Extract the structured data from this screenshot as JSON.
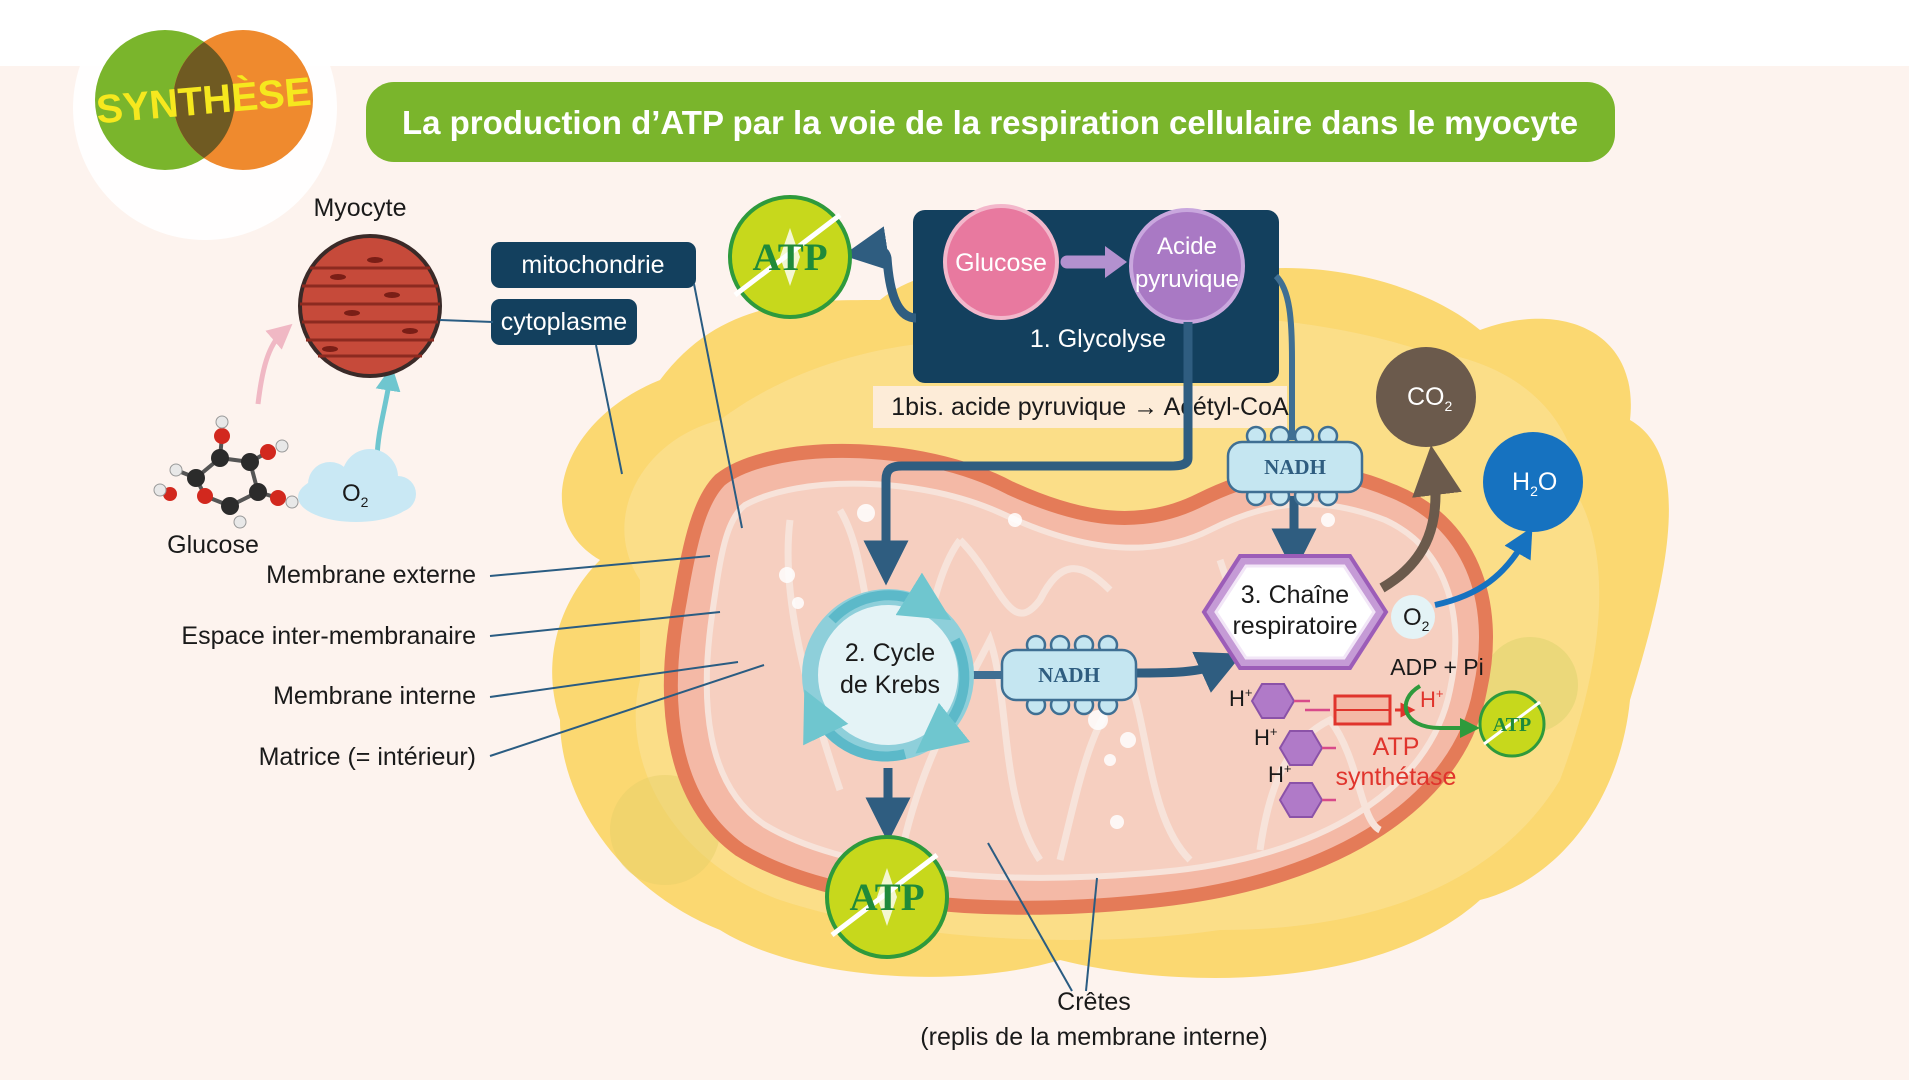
{
  "badge": {
    "label": "SYNTHÈSE"
  },
  "title": "La production d’ATP par la voie de la respiration cellulaire dans le myocyte",
  "myocyte": {
    "label": "Myocyte",
    "o2": "O",
    "o2_sub": "2",
    "glucose": "Glucose"
  },
  "tags": {
    "mitochondrie": "mitochondrie",
    "cytoplasme": "cytoplasme"
  },
  "glycolysis": {
    "glucose": "Glucose",
    "acide_line1": "Acide",
    "acide_line2": "pyruvique",
    "label": "1. Glycolyse"
  },
  "step1bis": "1bis. acide pyruvique → Acétyl-CoA",
  "atp": "ATP",
  "nadh": "NADH",
  "krebs": {
    "line1": "2. Cycle",
    "line2": "de Krebs"
  },
  "chain": {
    "line1": "3. Chaîne",
    "line2": "respiratoire"
  },
  "co2": {
    "main": "CO",
    "sub": "2"
  },
  "h2o": {
    "a": "H",
    "sub": "2",
    "b": "O"
  },
  "o2_chain": {
    "main": "O",
    "sub": "2"
  },
  "adp": "ADP + Pi",
  "h_plus": "H",
  "h_sup": "+",
  "synthase": {
    "line1": "ATP",
    "line2": "synthétase"
  },
  "legend": {
    "membrane_externe": "Membrane externe",
    "espace": "Espace inter-membranaire",
    "membrane_interne": "Membrane interne",
    "matrice": "Matrice (= intérieur)"
  },
  "cretes": {
    "line1": "Crêtes",
    "line2": "(replis de la membrane interne)"
  },
  "colors": {
    "green": "#7ab52c",
    "navy": "#13405e",
    "orange": "#ef8a2e",
    "pink": "#e8799f",
    "purple": "#a979c4",
    "blue": "#1672c0",
    "brown": "#6b5a4c",
    "red": "#e0342c"
  }
}
